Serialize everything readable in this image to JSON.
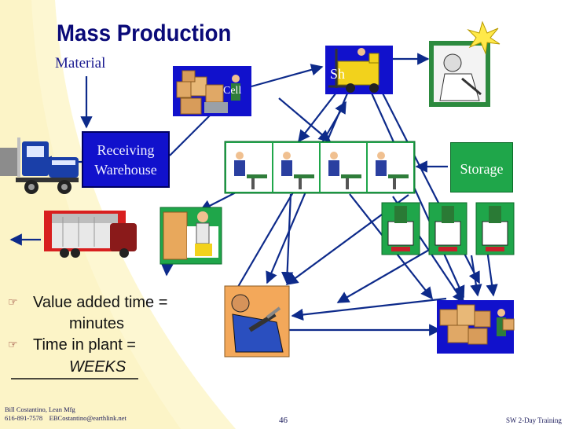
{
  "slide": {
    "title": "Mass Production",
    "material_label": "Material",
    "receiving_line1": "Receiving",
    "receiving_line2": "Warehouse",
    "storage_label": "Storage",
    "ship_label": "Sh",
    "cell_label": "Cell",
    "bullets": [
      {
        "icon": "pointing-hand-icon",
        "line1": "Value added time =",
        "line2": "minutes"
      },
      {
        "icon": "pointing-hand-icon",
        "line1": "Time in plant =",
        "line2": "WEEKS"
      }
    ],
    "footer_name": "Bill Costantino, Lean Mfg",
    "footer_contact": "616-891-7578    EBCostantino@earthlink.net",
    "page_number": "46",
    "footer_right": "SW 2-Day Training"
  },
  "colors": {
    "title": "#0a0a78",
    "arrow": "#0d2a8a",
    "receiving_box": "#1111cc",
    "cell_green": "#1fa64a",
    "truck_blue": "#1a3fa8",
    "trailer_red": "#d81f1f",
    "background_curve": "#fdf7d2"
  }
}
